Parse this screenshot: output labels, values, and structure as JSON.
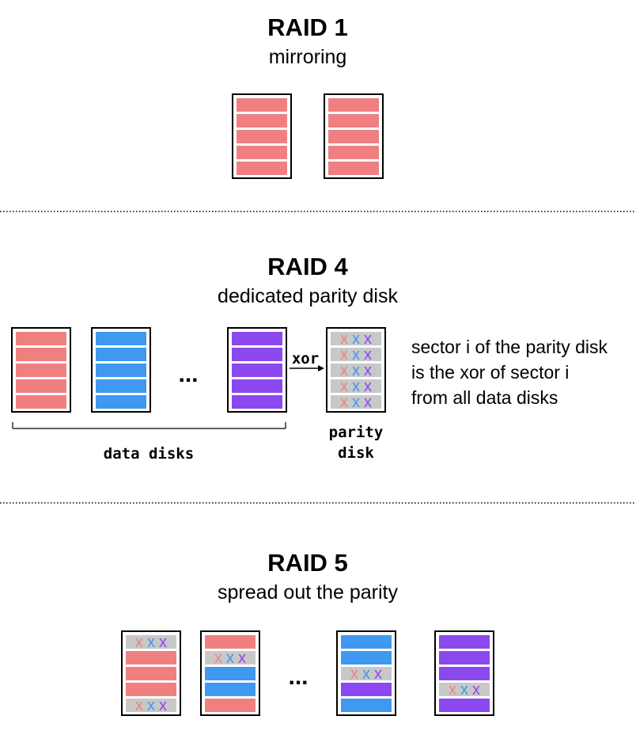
{
  "colors": {
    "red": "#f08080",
    "blue": "#3f99f0",
    "purple": "#8b48ee",
    "gray": "#c8c8c8",
    "border": "#000000"
  },
  "raid1": {
    "title": "RAID 1",
    "subtitle": "mirroring"
  },
  "raid4": {
    "title": "RAID 4",
    "subtitle": "dedicated parity disk",
    "ellipsis": "...",
    "xor_label": "xor",
    "parity_label_line1": "parity",
    "parity_label_line2": "disk",
    "data_disks_label": "data disks",
    "note_line1": "sector i of the parity disk",
    "note_line2": "is the xor of sector i",
    "note_line3": "from all data disks"
  },
  "raid5": {
    "title": "RAID 5",
    "subtitle": "spread out the parity",
    "ellipsis": "..."
  },
  "parity_glyph": "x",
  "disks": [
    {
      "name": "raid1-disk-1",
      "sectors": [
        "red",
        "red",
        "red",
        "red",
        "red"
      ]
    },
    {
      "name": "raid1-disk-2",
      "sectors": [
        "red",
        "red",
        "red",
        "red",
        "red"
      ]
    },
    {
      "name": "raid4-data-disk-1",
      "sectors": [
        "red",
        "red",
        "red",
        "red",
        "red"
      ]
    },
    {
      "name": "raid4-data-disk-2",
      "sectors": [
        "blue",
        "blue",
        "blue",
        "blue",
        "blue"
      ]
    },
    {
      "name": "raid4-data-disk-n",
      "sectors": [
        "purple",
        "purple",
        "purple",
        "purple",
        "purple"
      ]
    },
    {
      "name": "raid4-parity-disk",
      "sectors": [
        "parity",
        "parity",
        "parity",
        "parity",
        "parity"
      ]
    },
    {
      "name": "raid5-disk-1",
      "sectors": [
        "parity",
        "red",
        "red",
        "red",
        "parity"
      ]
    },
    {
      "name": "raid5-disk-2",
      "sectors": [
        "red",
        "parity",
        "blue",
        "blue",
        "red"
      ]
    },
    {
      "name": "raid5-disk-3",
      "sectors": [
        "blue",
        "blue",
        "parity",
        "purple",
        "blue"
      ]
    },
    {
      "name": "raid5-disk-4",
      "sectors": [
        "purple",
        "purple",
        "purple",
        "parity",
        "purple"
      ]
    }
  ]
}
